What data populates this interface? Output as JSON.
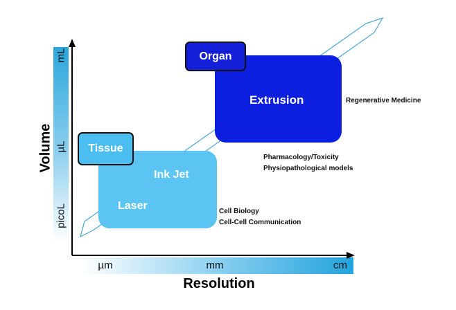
{
  "axes": {
    "y_label": "Volume",
    "x_label": "Resolution",
    "y_ticks": [
      "picoL",
      "µL",
      "mL"
    ],
    "x_ticks": [
      "µm",
      "mm",
      "cm"
    ]
  },
  "regions": {
    "small_scale": {
      "techniques": [
        "Ink Jet",
        "Laser"
      ],
      "tag": "Tissue",
      "applications": [
        "Cell Biology",
        "Cell-Cell Communication"
      ]
    },
    "large_scale": {
      "technique": "Extrusion",
      "tag": "Organ",
      "applications": [
        "Pharmacology/Toxicity",
        "Physiopathological models"
      ],
      "side_application": "Regenerative Medicine"
    }
  },
  "colors": {
    "light_blue": "#5cc4f2",
    "dark_blue": "#0c1ee0",
    "axis_gradient": "#23a3dc"
  }
}
